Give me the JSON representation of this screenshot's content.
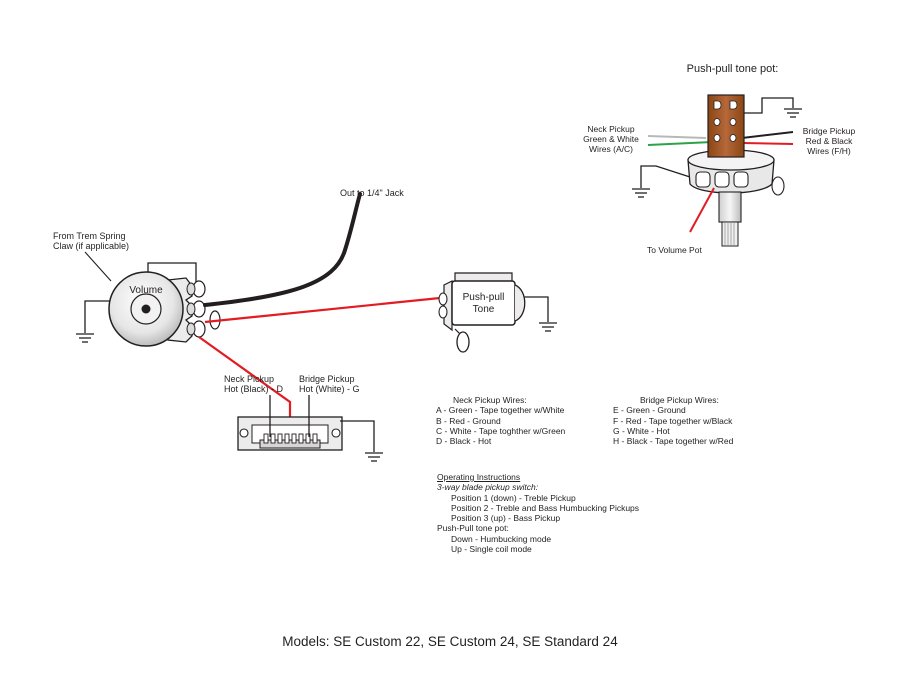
{
  "push_pull_title": "Push-pull tone pot:",
  "labels": {
    "out_jack": "Out to 1/4\" Jack",
    "trem_claw_1": "From Trem Spring",
    "trem_claw_2": "Claw (if applicable)",
    "volume": "Volume",
    "push_pull_tone_1": "Push-pull",
    "push_pull_tone_2": "Tone",
    "neck_hot_1": "Neck Pickup",
    "neck_hot_2": "Hot (Black) - D",
    "bridge_hot_1": "Bridge Pickup",
    "bridge_hot_2": "Hot (White) - G",
    "pp_neck_1": "Neck Pickup",
    "pp_neck_2": "Green & White",
    "pp_neck_3": "Wires (A/C)",
    "pp_bridge_1": "Bridge Pickup",
    "pp_bridge_2": "Red & Black",
    "pp_bridge_3": "Wires (F/H)",
    "to_volume": "To Volume Pot"
  },
  "neck_wires": {
    "heading": "Neck Pickup Wires:",
    "lines": [
      "A - Green - Tape together w/White",
      "B - Red - Ground",
      "C - White - Tape toghther w/Green",
      "D - Black - Hot"
    ]
  },
  "bridge_wires": {
    "heading": "Bridge Pickup Wires:",
    "lines": [
      "E - Green - Ground",
      "F - Red - Tape together w/Black",
      "G - White - Hot",
      "H - Black - Tape together w/Red"
    ]
  },
  "operating": {
    "heading": "Operating Instructions",
    "lines": [
      "3-way blade pickup switch:",
      "Position 1 (down) - Treble Pickup",
      "Position 2 - Treble and Bass Humbucking Pickups",
      "Position 3 (up) - Bass Pickup",
      "Push-Pull tone pot:",
      "Down - Humbucking mode",
      "Up - Single coil mode"
    ]
  },
  "footer": "Models: SE Custom 22, SE Custom 24, SE Standard 24",
  "colors": {
    "hot_wire": "#e31b23",
    "ground_wire": "#231f20",
    "green_wire": "#2ca24a",
    "white_wire": "#b8b8b8",
    "pot_body": "#a0522d"
  }
}
